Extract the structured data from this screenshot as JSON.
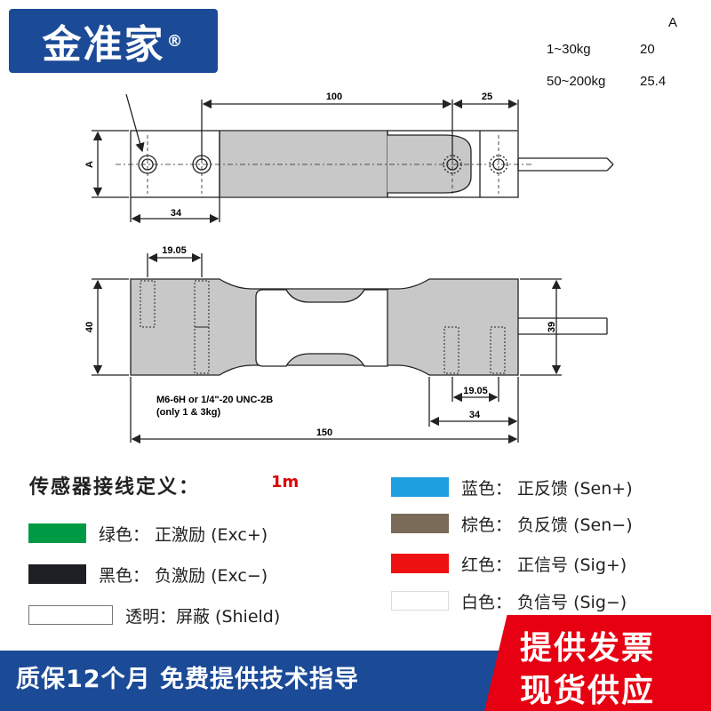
{
  "logo": {
    "text": "金准家",
    "mark": "®"
  },
  "spec_table": {
    "header": "A",
    "rows": [
      {
        "range": "1~30kg",
        "value": "20"
      },
      {
        "range": "50~200kg",
        "value": "25.4"
      }
    ]
  },
  "drawing": {
    "dims": {
      "d100": "100",
      "d25": "25",
      "dA": "A",
      "d34_top": "34",
      "d1905_top": "19.05",
      "d40": "40",
      "d39": "39",
      "d1905_bottom": "19.05",
      "d34_bottom": "34",
      "d150": "150"
    },
    "thread_note_1": "M6-6H or 1/4\"-20 UNC-2B",
    "thread_note_2": "(only 1 & 3kg)"
  },
  "wiring": {
    "title": "传感器接线定义：",
    "cable_length": "1m",
    "wires": [
      {
        "label": "绿色：  正激励  (Exc+)",
        "color": "#009a44"
      },
      {
        "label": "黑色：  负激励  (Exc−)",
        "color": "#1e1f24"
      },
      {
        "label": "透明：屏蔽  (Shield)",
        "color": "#ffffff"
      },
      {
        "label": "蓝色：  正反馈  (Sen+)",
        "color": "#1ea0e0"
      },
      {
        "label": "棕色：  负反馈  (Sen−)",
        "color": "#7a6a58"
      },
      {
        "label": "红色：  正信号  (Sig+)",
        "color": "#ee1111"
      },
      {
        "label": "白色：  负信号  (Sig−)",
        "color": "#ffffff"
      }
    ]
  },
  "footer": {
    "left_text": "质保12个月  免费提供技术指导",
    "badge_line1": "提供发票",
    "badge_line2": "现货供应"
  },
  "colors": {
    "brand_blue": "#1b4a97",
    "badge_red": "#e60012",
    "cell_gray": "#c8c8c8"
  }
}
